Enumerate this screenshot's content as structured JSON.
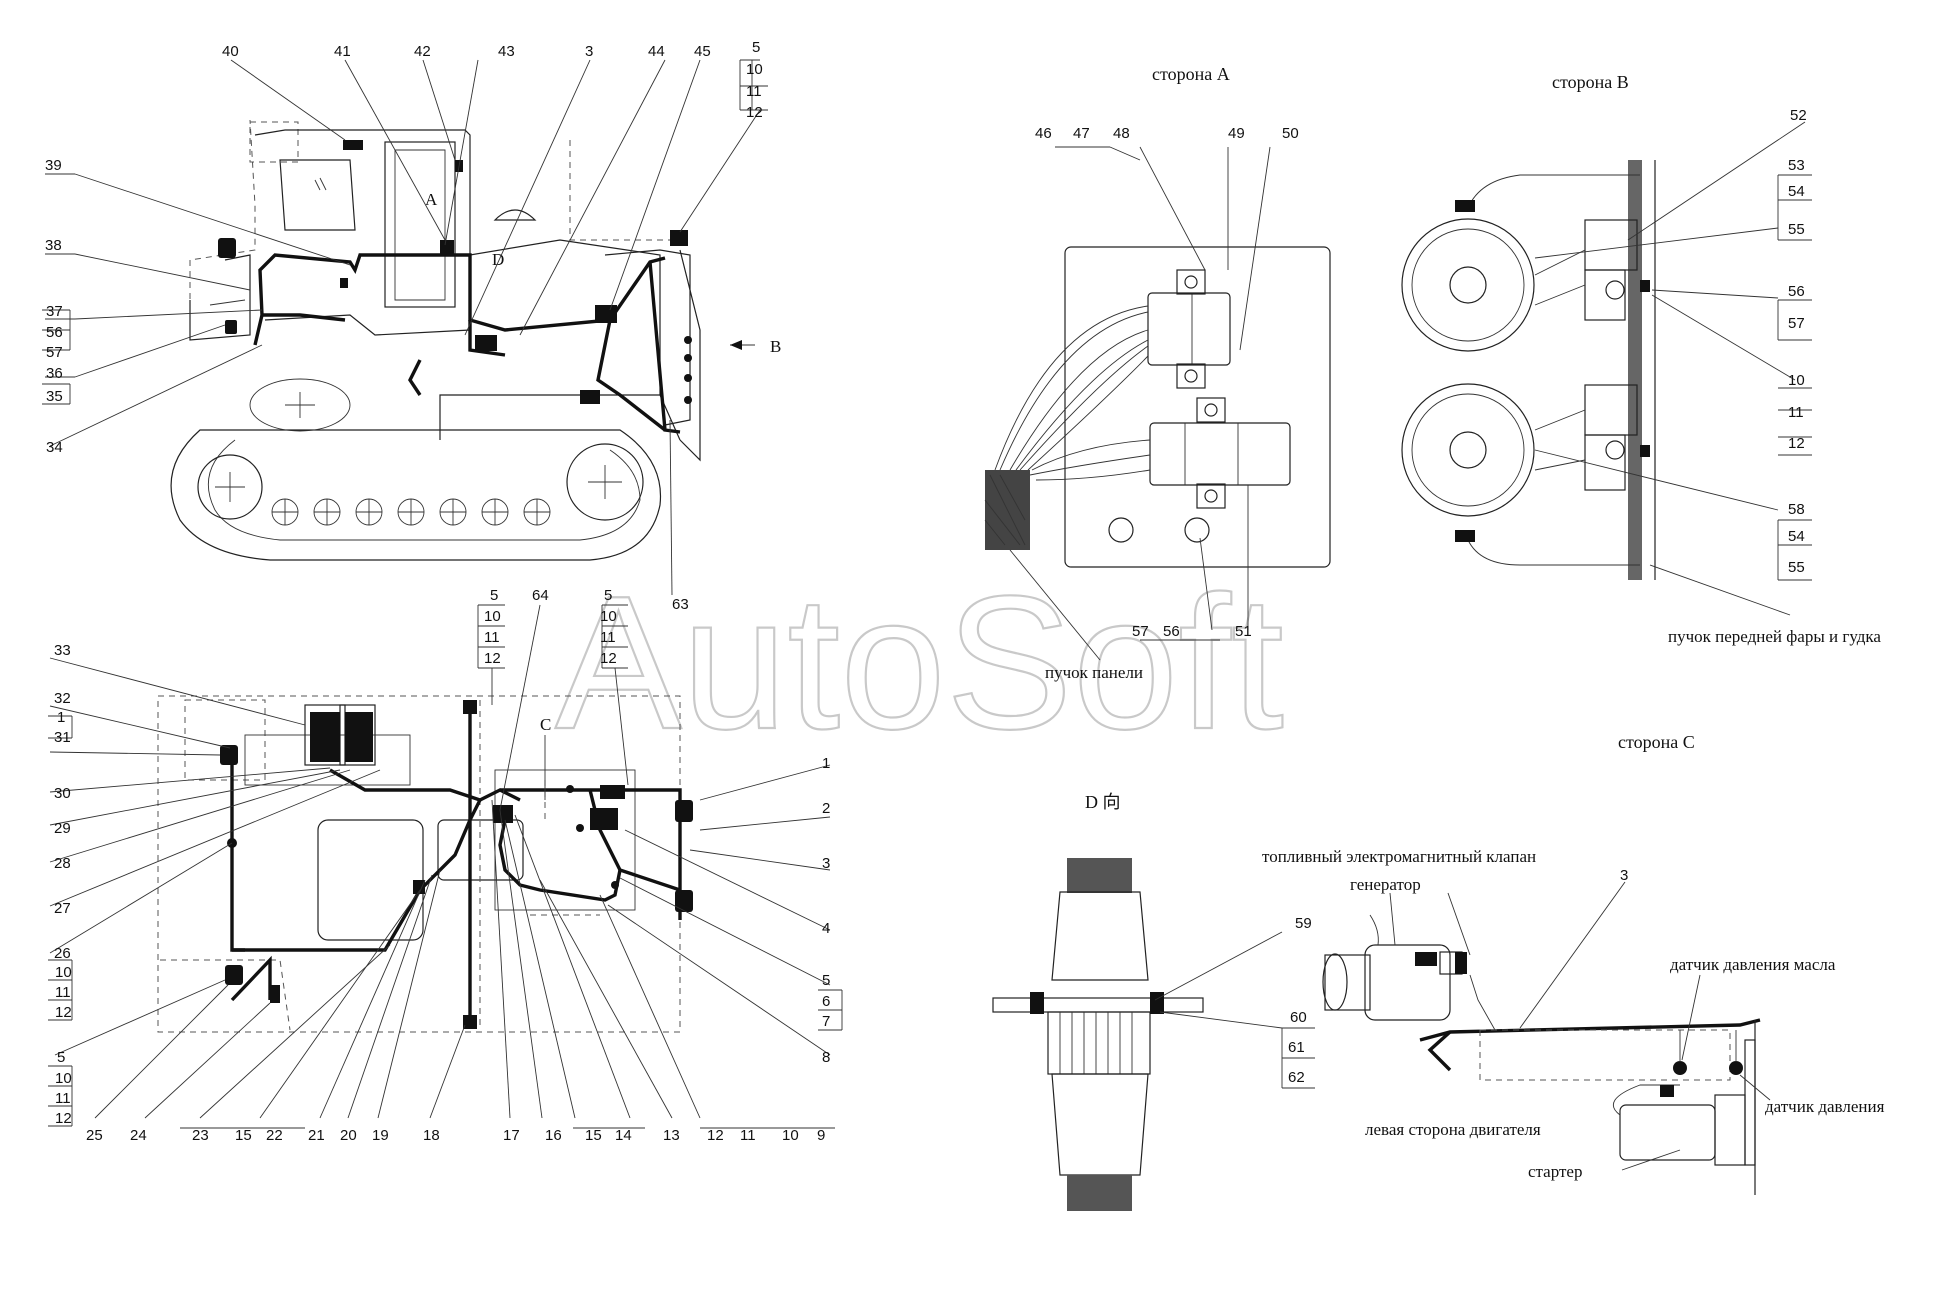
{
  "watermark": "AutoSoft",
  "views": {
    "side_a": "сторона А",
    "side_b": "сторона В",
    "side_c": "сторона С",
    "view_d": "D 向"
  },
  "side_view": {
    "arrow_b": "B",
    "arrow_d": "D",
    "mark_a": "A",
    "callouts_top": [
      "40",
      "41",
      "42",
      "43",
      "3",
      "44",
      "45"
    ],
    "callouts_stack_right": [
      "5",
      "10",
      "11",
      "12"
    ],
    "callouts_left": [
      "39",
      "38",
      "37",
      "56",
      "57",
      "36",
      "35",
      "34"
    ],
    "callout_bottom": "63"
  },
  "top_view": {
    "mark_c": "C",
    "stack_top_a": [
      "5",
      "10",
      "11",
      "12"
    ],
    "stack_top_b": [
      "5",
      "10",
      "11",
      "12"
    ],
    "callout_64": "64",
    "callouts_left": [
      "33",
      "32",
      "1",
      "31",
      "30",
      "29",
      "28",
      "27",
      "26",
      "10",
      "11",
      "12",
      "5",
      "10",
      "11",
      "12"
    ],
    "callouts_right": [
      "1",
      "2",
      "3",
      "4",
      "5",
      "6",
      "7",
      "8"
    ],
    "callouts_bottom": [
      "25",
      "24",
      "23",
      "15",
      "22",
      "21",
      "20",
      "19",
      "18",
      "17",
      "16",
      "15",
      "14",
      "13",
      "12",
      "11",
      "10",
      "9"
    ]
  },
  "panel_a": {
    "callouts_top": [
      "46",
      "47",
      "48",
      "49",
      "50"
    ],
    "callouts_bottom": [
      "57",
      "56",
      "51"
    ],
    "bundle_label": "пучок панели"
  },
  "panel_b": {
    "callouts": [
      "52",
      "53",
      "54",
      "55",
      "56",
      "57",
      "10",
      "11",
      "12",
      "58",
      "54",
      "55"
    ],
    "bundle_label": "пучок передней фары и гудка"
  },
  "panel_d": {
    "callouts": [
      "59",
      "60",
      "61",
      "62"
    ]
  },
  "panel_c": {
    "callout_3": "3",
    "fuel_valve": "топливный электромагнитный клапан",
    "generator": "генератор",
    "oil_pressure_sensor": "датчик давления масла",
    "pressure_sensor": "датчик давления",
    "engine_left_side": "левая сторона двигателя",
    "starter": "стартер"
  }
}
